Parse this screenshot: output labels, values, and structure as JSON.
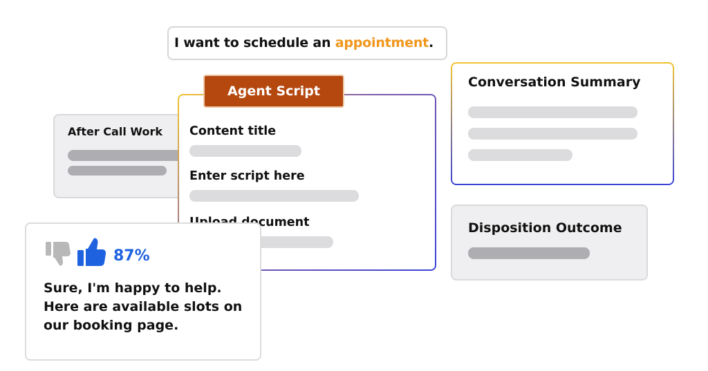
{
  "bubble": {
    "text_before": "I want to schedule an ",
    "highlight": "appointment",
    "text_after": ".",
    "highlight_color": "#f0961b"
  },
  "after_call_work": {
    "title": "After Call Work"
  },
  "agent_script": {
    "tab_label": "Agent Script",
    "tab_color": "#b5480f",
    "fields": [
      {
        "label": "Content title"
      },
      {
        "label": "Enter script here"
      },
      {
        "label": "Upload document"
      }
    ]
  },
  "feedback": {
    "thumbs_down_icon": "thumbs-down-icon",
    "thumbs_up_icon": "thumbs-up-icon",
    "percent": "87%",
    "accent_color": "#1f62e0",
    "reply": "Sure, I'm happy to help. Here are available slots on our booking page."
  },
  "conversation_summary": {
    "title": "Conversation Summary"
  },
  "disposition_outcome": {
    "title": "Disposition Outcome"
  }
}
